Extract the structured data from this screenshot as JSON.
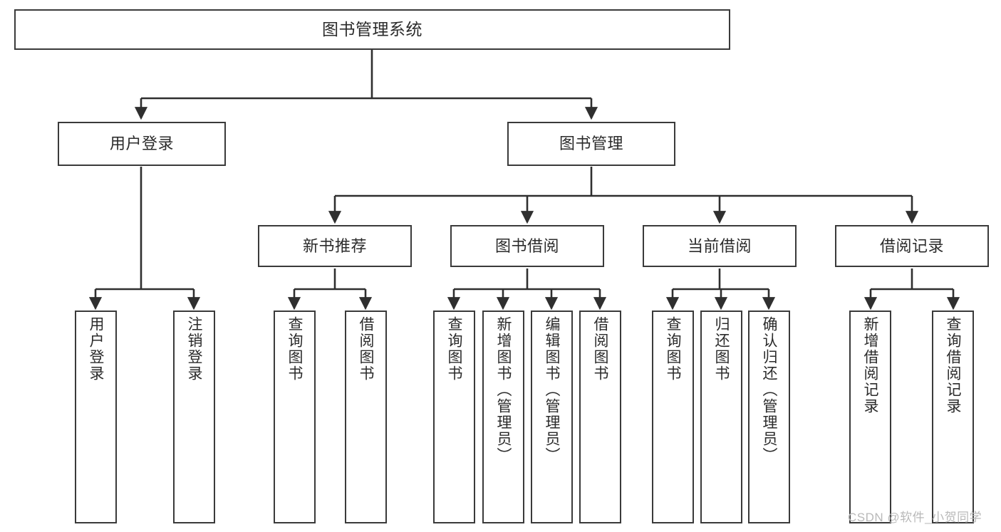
{
  "diagram": {
    "type": "tree",
    "title": "图书管理系统",
    "orientation": "top-down",
    "colors": {
      "box_border": "#3a3a3a",
      "box_fill": "#ffffff",
      "edge": "#2f2f2f",
      "text": "#2b2b2b",
      "watermark": "#b9b9b9"
    },
    "nodes": {
      "root": {
        "label": "图书管理系统"
      },
      "level2": [
        {
          "id": "user-login",
          "label": "用户登录"
        },
        {
          "id": "book-manage",
          "label": "图书管理"
        }
      ],
      "level3": [
        {
          "id": "new-book-recommend",
          "label": "新书推荐"
        },
        {
          "id": "book-borrow",
          "label": "图书借阅"
        },
        {
          "id": "current-borrow",
          "label": "当前借阅"
        },
        {
          "id": "borrow-record",
          "label": "借阅记录"
        }
      ],
      "leaves": {
        "user_login": [
          {
            "id": "leaf-user-login",
            "label": "用户登录"
          },
          {
            "id": "leaf-logout-login",
            "label": "注销登录"
          }
        ],
        "new_book_recommend": [
          {
            "id": "leaf-query-book-1",
            "label": "查询图书"
          },
          {
            "id": "leaf-borrow-book-1",
            "label": "借阅图书"
          }
        ],
        "book_borrow": [
          {
            "id": "leaf-query-book-2",
            "label": "查询图书"
          },
          {
            "id": "leaf-add-book",
            "label": "新增图书（管理员）"
          },
          {
            "id": "leaf-edit-book",
            "label": "编辑图书（管理员）"
          },
          {
            "id": "leaf-borrow-book-2",
            "label": "借阅图书"
          }
        ],
        "current_borrow": [
          {
            "id": "leaf-query-book-3",
            "label": "查询图书"
          },
          {
            "id": "leaf-return-book",
            "label": "归还图书"
          },
          {
            "id": "leaf-confirm-return",
            "label": "确认归还（管理员）"
          }
        ],
        "borrow_record": [
          {
            "id": "leaf-add-record",
            "label": "新增借阅记录"
          },
          {
            "id": "leaf-query-record",
            "label": "查询借阅记录"
          }
        ]
      }
    }
  },
  "watermark": {
    "text": "CSDN @软件_小贺同学"
  }
}
